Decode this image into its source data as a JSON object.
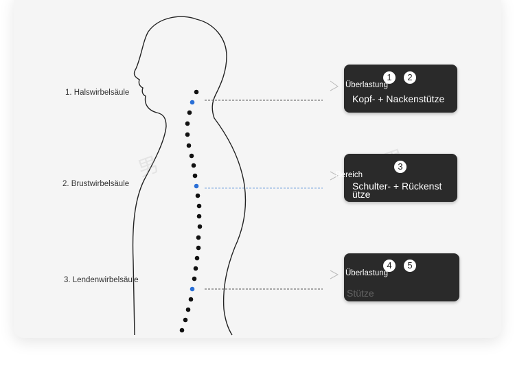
{
  "diagram": {
    "sections": [
      {
        "label": "1. Halswirbelsäule",
        "box": {
          "tag": "Überlastung",
          "numbers": [
            "1",
            "2"
          ],
          "support": "Kopf- + Nackenstütze"
        }
      },
      {
        "label": "2. Brustwirbelsäule",
        "box": {
          "tag": "Bereich",
          "numbers": [
            "3"
          ],
          "support_line1": "Schulter- + Rückenst",
          "support_line2": "ütze"
        }
      },
      {
        "label": "3. Lendenwirbelsäule",
        "box": {
          "tag": "Überlastung",
          "numbers": [
            "4",
            "5"
          ],
          "support": "Stütze"
        }
      }
    ],
    "colors": {
      "box_background": "#2a2a2a",
      "spine_dot": "#111111",
      "highlight_dot": "#2a6fd6",
      "body_outline": "#222222"
    }
  }
}
